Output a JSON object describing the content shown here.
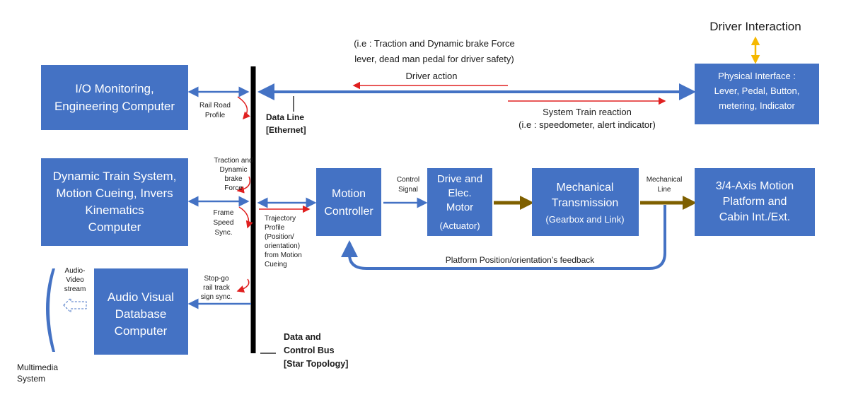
{
  "boxes": {
    "io_computer": [
      "I/O Monitoring,",
      "Engineering Computer"
    ],
    "dynamic_computer": [
      "Dynamic Train System,",
      "Motion Cueing, Invers",
      "Kinematics",
      "Computer"
    ],
    "audio_visual": [
      "Audio Visual",
      "Database",
      "Computer"
    ],
    "motion_controller": [
      "Motion",
      "Controller"
    ],
    "drive_motor": [
      "Drive and",
      "Elec.",
      "Motor",
      "(Actuator)"
    ],
    "mech_transmission": [
      "Mechanical",
      "Transmission",
      "(Gearbox and Link)"
    ],
    "motion_platform": [
      "3/4-Axis Motion",
      "Platform and",
      "Cabin Int./Ext."
    ],
    "physical_interface": [
      "Physical Interface :",
      "Lever, Pedal, Button,",
      "metering, Indicator"
    ]
  },
  "labels": {
    "driver_interaction": "Driver Interaction",
    "driver_example": [
      "(i.e : Traction and Dynamic brake Force",
      "lever,  dead man pedal for driver safety)"
    ],
    "driver_action": "Driver action",
    "system_reaction": [
      "System Train reaction",
      "(i.e : speedometer, alert indicator)"
    ],
    "data_line": [
      "Data Line",
      "[Ethernet]"
    ],
    "rail_road_profile": [
      "Rail Road",
      "Profile"
    ],
    "traction_force": [
      "Traction and",
      "Dynamic",
      "brake",
      "Force"
    ],
    "frame_speed": [
      "Frame",
      "Speed",
      "Sync."
    ],
    "trajectory_profile": [
      "Trajectory",
      "Profile",
      "(Position/",
      "orientation)",
      "from Motion",
      "Cueing"
    ],
    "stop_go": [
      "Stop-go",
      "rail track",
      "sign sync."
    ],
    "control_signal": [
      "Control",
      "Signal"
    ],
    "mechanical_line": [
      "Mechanical",
      "Line"
    ],
    "feedback": "Platform Position/orientation’s feedback",
    "data_control_bus": [
      "Data and",
      "Control Bus",
      "[Star Topology]"
    ],
    "av_stream": [
      "Audio-",
      "Video",
      "stream"
    ],
    "multimedia_system": [
      "Multimedia",
      "System"
    ]
  },
  "colors": {
    "box_fill": "#4472c4",
    "box_text": "#ffffff",
    "blue_arrow": "#4472c4",
    "red_arrow": "#e02020",
    "mech_arrow": "#7f6000",
    "interaction_arrow": "#f5b800",
    "bus": "#000000"
  }
}
